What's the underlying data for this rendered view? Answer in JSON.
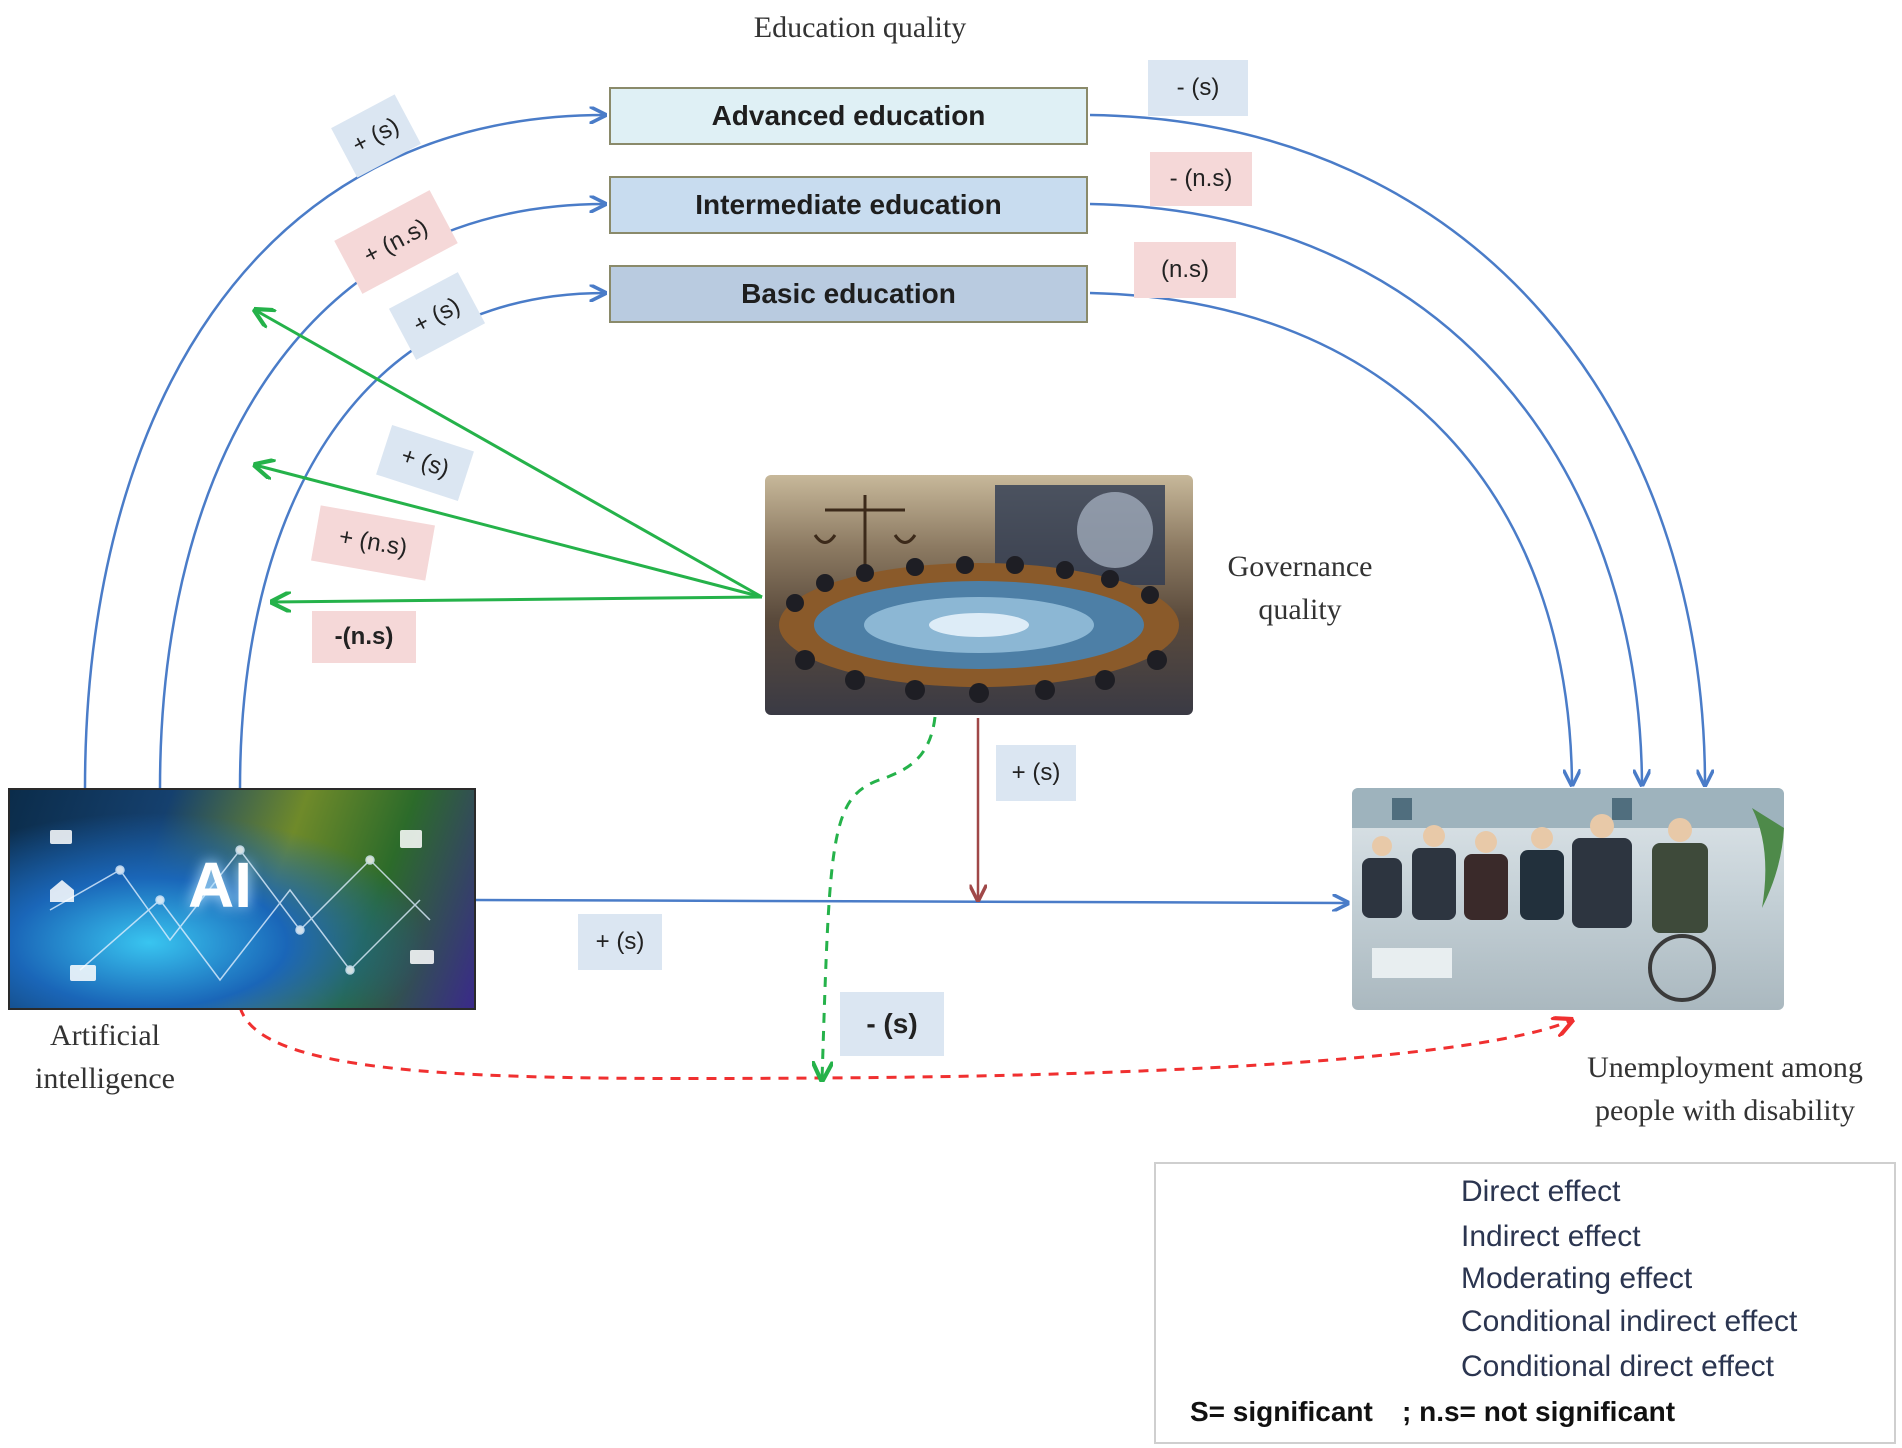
{
  "header": {
    "education_quality": "Education quality"
  },
  "education": {
    "advanced": "Advanced education",
    "intermediate": "Intermediate education",
    "basic": "Basic education"
  },
  "nodes": {
    "ai_line1": "Artificial",
    "ai_line2": "intelligence",
    "ai_image_text": "AI",
    "gov_line1": "Governance",
    "gov_line2": "quality",
    "unemp_line1": "Unemployment among",
    "unemp_line2": "people with disability"
  },
  "labels": {
    "ai_to_adv": "+ (s)",
    "ai_to_int": "+ (n.s)",
    "ai_to_bas": "+ (s)",
    "adv_to_unemp": "- (s)",
    "int_to_unemp": "- (n.s)",
    "bas_to_unemp": "(n.s)",
    "mod_adv": "+ (s)",
    "mod_int": "+ (n.s)",
    "mod_bas": "-(n.s)",
    "cond_direct": "+ (s)",
    "ai_to_unemp": "+ (s)",
    "cond_indirect": "- (s)"
  },
  "legend": {
    "items": [
      {
        "label": "Direct effect",
        "color": "#4a7cc8",
        "dashed": false
      },
      {
        "label": "Indirect effect",
        "color": "#f03030",
        "dashed": true
      },
      {
        "label": "Moderating effect",
        "color": "#25b24a",
        "dashed": false
      },
      {
        "label": "Conditional indirect effect",
        "color": "#25b24a",
        "dashed": true
      },
      {
        "label": "Conditional direct effect",
        "color": "#a04848",
        "dashed": false
      }
    ],
    "note_s": "S= significant",
    "note_ns": "; n.s= not significant"
  },
  "colors": {
    "direct": "#4a7cc8",
    "indirect": "#f03030",
    "moderating": "#25b24a",
    "conditional_direct": "#a04848"
  }
}
